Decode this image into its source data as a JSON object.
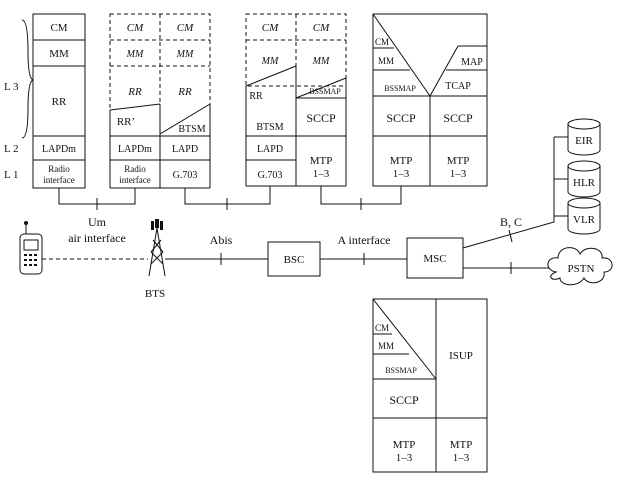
{
  "layers": {
    "l3": "L 3",
    "l2": "L 2",
    "l1": "L 1"
  },
  "ms_stack": {
    "cm": "CM",
    "mm": "MM",
    "rr": "RR",
    "lapdm": "LAPDm",
    "radio1": "Radio",
    "radio2": "interface"
  },
  "bts_stack": {
    "cm": "CM",
    "mm": "MM",
    "rr": "RR",
    "rr_prime": "RR’",
    "lapdm": "LAPDm",
    "radio1": "Radio",
    "radio2": "interface",
    "cm2": "CM",
    "mm2": "MM",
    "rr2": "RR",
    "btsm": "BTSM",
    "lapd": "LAPD",
    "g703": "G.703"
  },
  "bsc_stack": {
    "cm": "CM",
    "mm": "MM",
    "rr": "RR",
    "btsm": "BTSM",
    "lapd": "LAPD",
    "g703": "G.703",
    "cm2": "CM",
    "mm2": "MM",
    "bssmap": "BSSMAP",
    "sccp": "SCCP",
    "mtp1": "MTP",
    "mtp2": "1–3"
  },
  "msc_stack": {
    "cm": "CM",
    "mm": "MM",
    "bssmap": "BSSMAP",
    "sccp": "SCCP",
    "mtp1": "MTP",
    "mtp2": "1–3",
    "map": "MAP",
    "tcap": "TCAP",
    "sccp2": "SCCP",
    "mtp1b": "MTP",
    "mtp2b": "1–3"
  },
  "msc_isup_stack": {
    "cm": "CM",
    "mm": "MM",
    "bssmap": "BSSMAP",
    "sccp": "SCCP",
    "mtp1": "MTP",
    "mtp2": "1–3",
    "isup": "ISUP",
    "mtp1b": "MTP",
    "mtp2b": "1–3"
  },
  "network": {
    "um": "Um",
    "air": "air interface",
    "abis": "Abis",
    "a_if": "A interface",
    "bc": "B, C",
    "bts": "BTS",
    "bsc": "BSC",
    "msc": "MSC",
    "pstn": "PSTN",
    "eir": "EIR",
    "hlr": "HLR",
    "vlr": "VLR"
  }
}
